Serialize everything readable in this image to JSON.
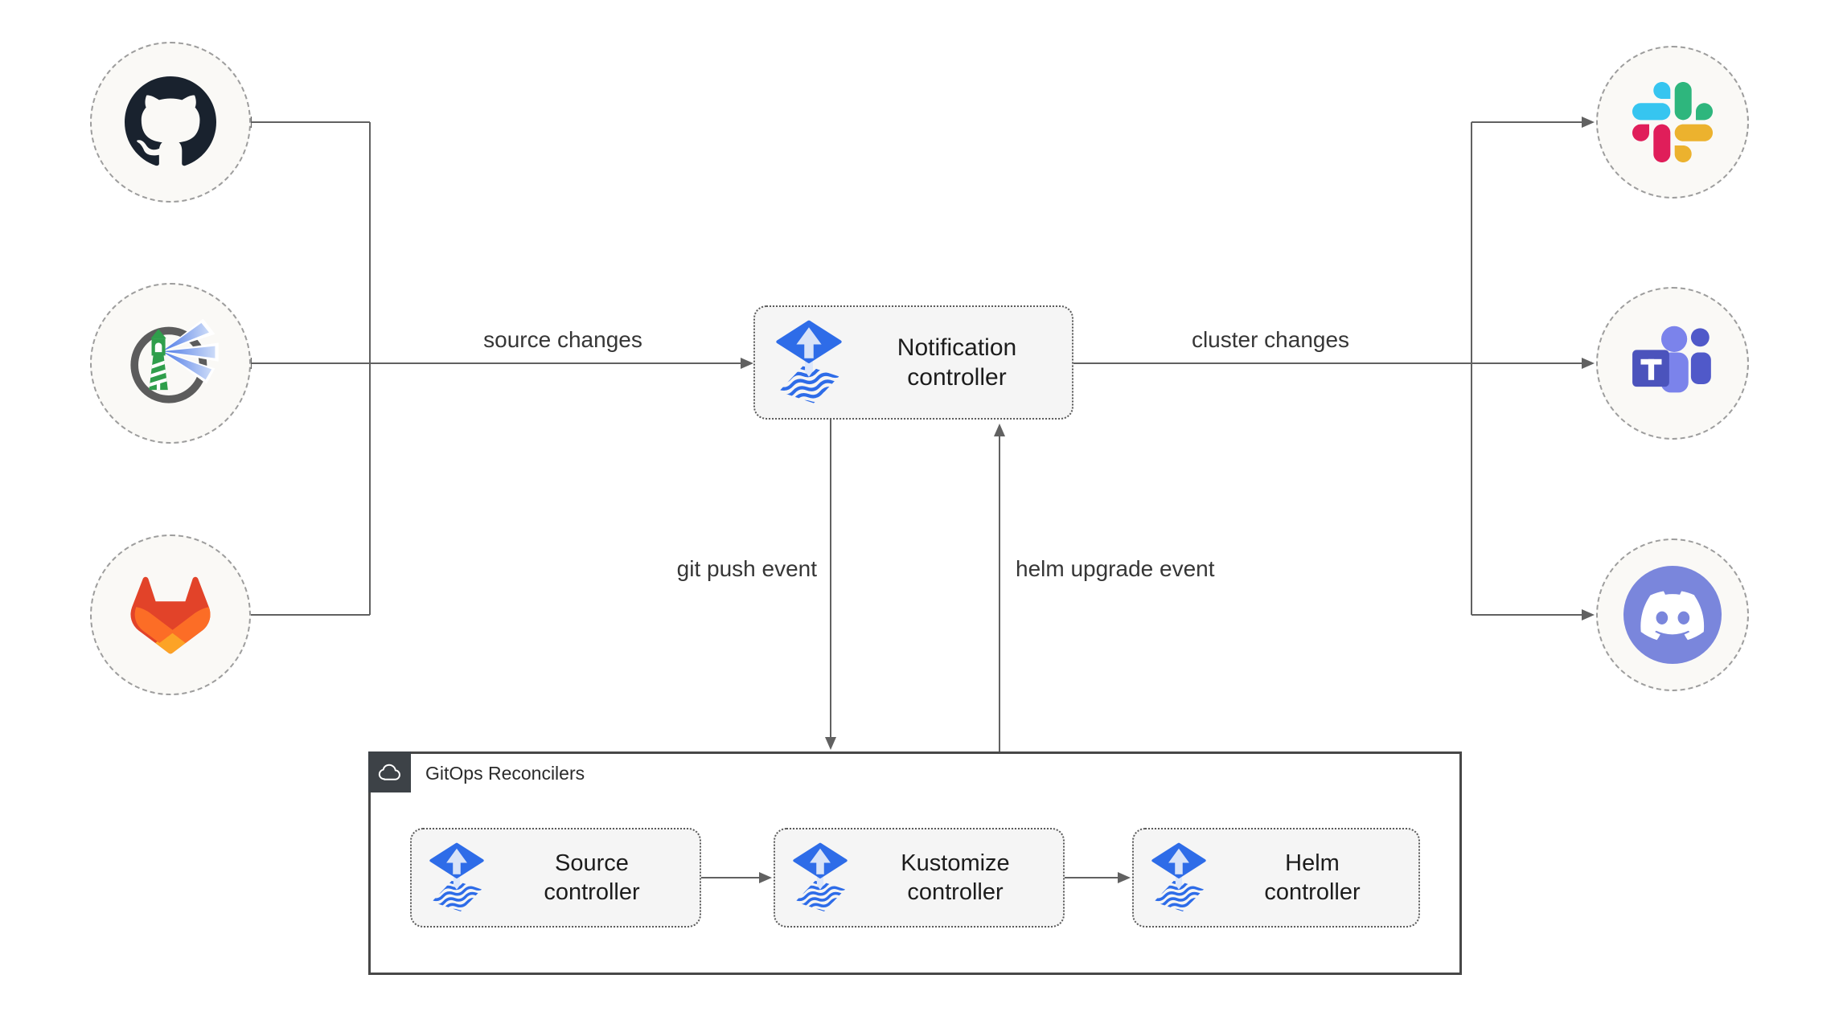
{
  "nodes": {
    "sources": [
      {
        "name": "github",
        "icon": "github-icon"
      },
      {
        "name": "harbor",
        "icon": "harbor-icon"
      },
      {
        "name": "gitlab",
        "icon": "gitlab-icon"
      }
    ],
    "notification": {
      "label": "Notification controller",
      "icon": "flux-icon"
    },
    "alert_providers": [
      {
        "name": "slack",
        "icon": "slack-icon"
      },
      {
        "name": "microsoft-teams",
        "icon": "ms-teams-icon"
      },
      {
        "name": "discord",
        "icon": "discord-icon"
      }
    ]
  },
  "edges": {
    "source_changes": "source changes",
    "cluster_changes": "cluster changes",
    "git_push_event": "git push event",
    "helm_upgrade_event": "helm upgrade event"
  },
  "reconcilers": {
    "title": "GitOps Reconcilers",
    "badge_icon": "cloud-icon",
    "controllers": [
      {
        "label": "Source controller",
        "icon": "flux-icon"
      },
      {
        "label": "Kustomize controller",
        "icon": "flux-icon"
      },
      {
        "label": "Helm controller",
        "icon": "flux-icon"
      }
    ]
  },
  "colors": {
    "line": "#616161",
    "node_fill": "#faf9f6",
    "node_border": "#9d9d9d",
    "box_fill": "#f5f5f5",
    "box_border": "#5a5a5a",
    "container_border": "#474747",
    "badge_bg": "#3d4247",
    "flux_blue": "#2e6ce8",
    "flux_arrow_light": "#d8e3f8",
    "github_dark": "#19222e",
    "harbor_green": "#2f9e4b",
    "harbor_ring": "#5c5c5c",
    "gitlab_red": "#e24329",
    "gitlab_orange": "#fc6d26",
    "gitlab_yellow": "#fca326",
    "slack_blue": "#36C5F0",
    "slack_green": "#2EB67D",
    "slack_red": "#E01E5A",
    "slack_yellow": "#ECB22E",
    "teams_purple": "#4b53bc",
    "teams_light": "#7b83eb",
    "teams_mid": "#5059c9",
    "discord_blurple": "#7a86dc",
    "label_text": "#363636"
  }
}
